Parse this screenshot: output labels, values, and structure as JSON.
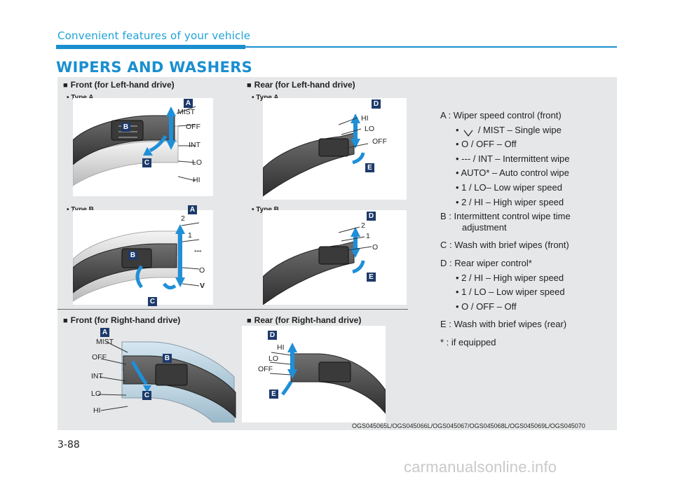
{
  "header": {
    "section_title": "Convenient features of your vehicle",
    "page_title": "WIPERS AND WASHERS"
  },
  "sections": {
    "front_lhd": "Front (for Left-hand drive)",
    "rear_lhd": "Rear (for Left-hand drive)",
    "front_rhd": "Front (for Right-hand drive)",
    "rear_rhd": "Rear (for Right-hand drive)",
    "square_glyph": "■",
    "type_a": "• Type A",
    "type_b": "• Type B"
  },
  "badges": {
    "a": "A",
    "b": "B",
    "c": "C",
    "d": "D",
    "e": "E"
  },
  "positions": {
    "mist": "MIST",
    "off": "OFF",
    "int": "INT",
    "lo": "LO",
    "hi": "HI",
    "two": "2",
    "one": "1",
    "dashes": "---",
    "o": "O",
    "v": "V"
  },
  "description": {
    "a_title": "A : Wiper speed control (front)",
    "a_1": "/ MIST – Single wipe",
    "a_2": "• O / OFF – Off",
    "a_3": "• --- / INT – Intermittent wipe",
    "a_4": "• AUTO* – Auto control wipe",
    "a_5": "• 1 / LO– Low wiper speed",
    "a_6": "• 2 / HI – High wiper speed",
    "b_title": "B : Intermittent control wipe time",
    "b_title_2": "adjustment",
    "c_title": "C : Wash with brief wipes (front)",
    "d_title": "D : Rear wiper control*",
    "d_1": "• 2 / HI – High wiper speed",
    "d_2": "• 1 / LO – Low wiper speed",
    "d_3": "• O / OFF – Off",
    "e_title": "E : Wash with brief wipes (rear)",
    "footnote": "* : if equipped",
    "bullet": "•"
  },
  "image_codes": "OGS045065L/OGS045066L/OGS045067/OGS045068L/OGS045069L/OGS045070",
  "page_number": "3-88",
  "watermark": "carmanualsonline.info",
  "colors": {
    "accent": "#1a8fd0",
    "badge": "#1d3a6b",
    "arrow": "#1f8fd8",
    "panel": "#e6e7e8"
  },
  "icons": [
    "wiper-lever-illustration",
    "direction-arrow-icon"
  ]
}
